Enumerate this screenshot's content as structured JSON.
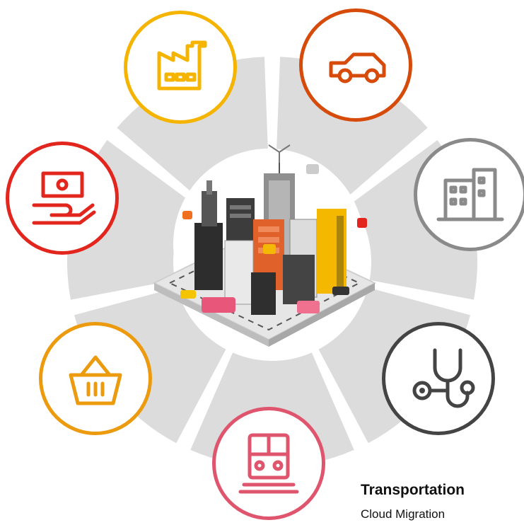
{
  "colors": {
    "ring": "#dcdcdc",
    "industry": "#f4b400",
    "automotive": "#d64a0a",
    "real_estate": "#8a8a8a",
    "healthcare": "#444444",
    "transportation": "#e0556e",
    "retail": "#ec9a0e",
    "finance": "#e2261e"
  },
  "icons": [
    {
      "name": "factory-icon",
      "color_key": "industry"
    },
    {
      "name": "car-icon",
      "color_key": "automotive"
    },
    {
      "name": "buildings-icon",
      "color_key": "real_estate"
    },
    {
      "name": "stethoscope-icon",
      "color_key": "healthcare"
    },
    {
      "name": "train-icon",
      "color_key": "transportation"
    },
    {
      "name": "shopping-basket-icon",
      "color_key": "retail"
    },
    {
      "name": "money-hand-icon",
      "color_key": "finance"
    }
  ],
  "caption": {
    "title": "Transportation",
    "subtitle": "Cloud Migration"
  }
}
